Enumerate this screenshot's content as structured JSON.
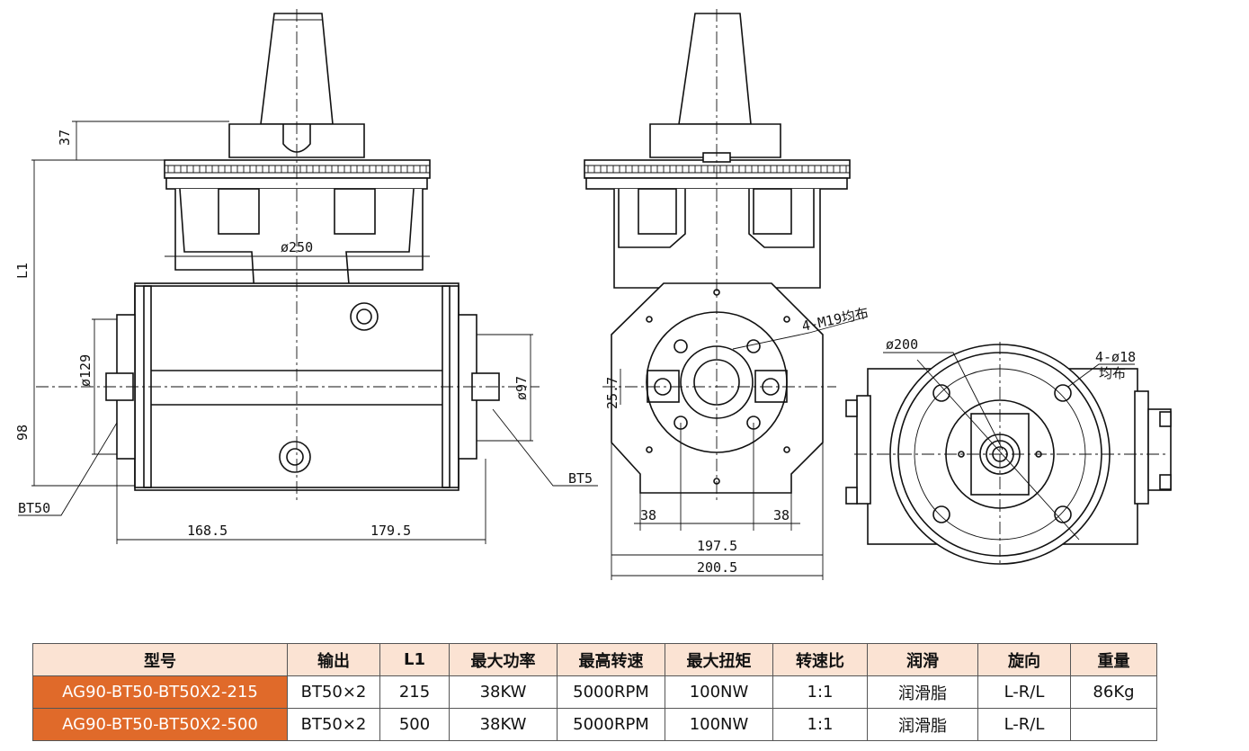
{
  "drawing": {
    "front_view": {
      "dim_37": "37",
      "dim_L1": "L1",
      "dim_98": "98",
      "dim_dia250": "ø250",
      "dim_dia129": "ø129",
      "dim_dia97": "ø97",
      "dim_168_5": "168.5",
      "dim_179_5": "179.5",
      "label_BT50": "BT50",
      "label_BT5": "BT5"
    },
    "side_view": {
      "dim_4M19": "4-M19均布",
      "dim_25_7": "25.7",
      "dim_38_left": "38",
      "dim_38_right": "38",
      "dim_197_5": "197.5",
      "dim_200_5": "200.5"
    },
    "bottom_view": {
      "dim_dia200": "ø200",
      "dim_4dia18": "4-ø18",
      "dim_4dia18_sub": "均布"
    }
  },
  "table": {
    "headers": [
      "型号",
      "输出",
      "L1",
      "最大功率",
      "最高转速",
      "最大扭矩",
      "转速比",
      "润滑",
      "旋向",
      "重量"
    ],
    "rows": [
      [
        "AG90-BT50-BT50X2-215",
        "BT50×2",
        "215",
        "38KW",
        "5000RPM",
        "100NW",
        "1:1",
        "润滑脂",
        "L-R/L",
        "86Kg"
      ],
      [
        "AG90-BT50-BT50X2-500",
        "BT50×2",
        "500",
        "38KW",
        "5000RPM",
        "100NW",
        "1:1",
        "润滑脂",
        "L-R/L",
        ""
      ]
    ],
    "model_cell_color": "#e06a2a",
    "header_color": "#fbe3d3"
  }
}
